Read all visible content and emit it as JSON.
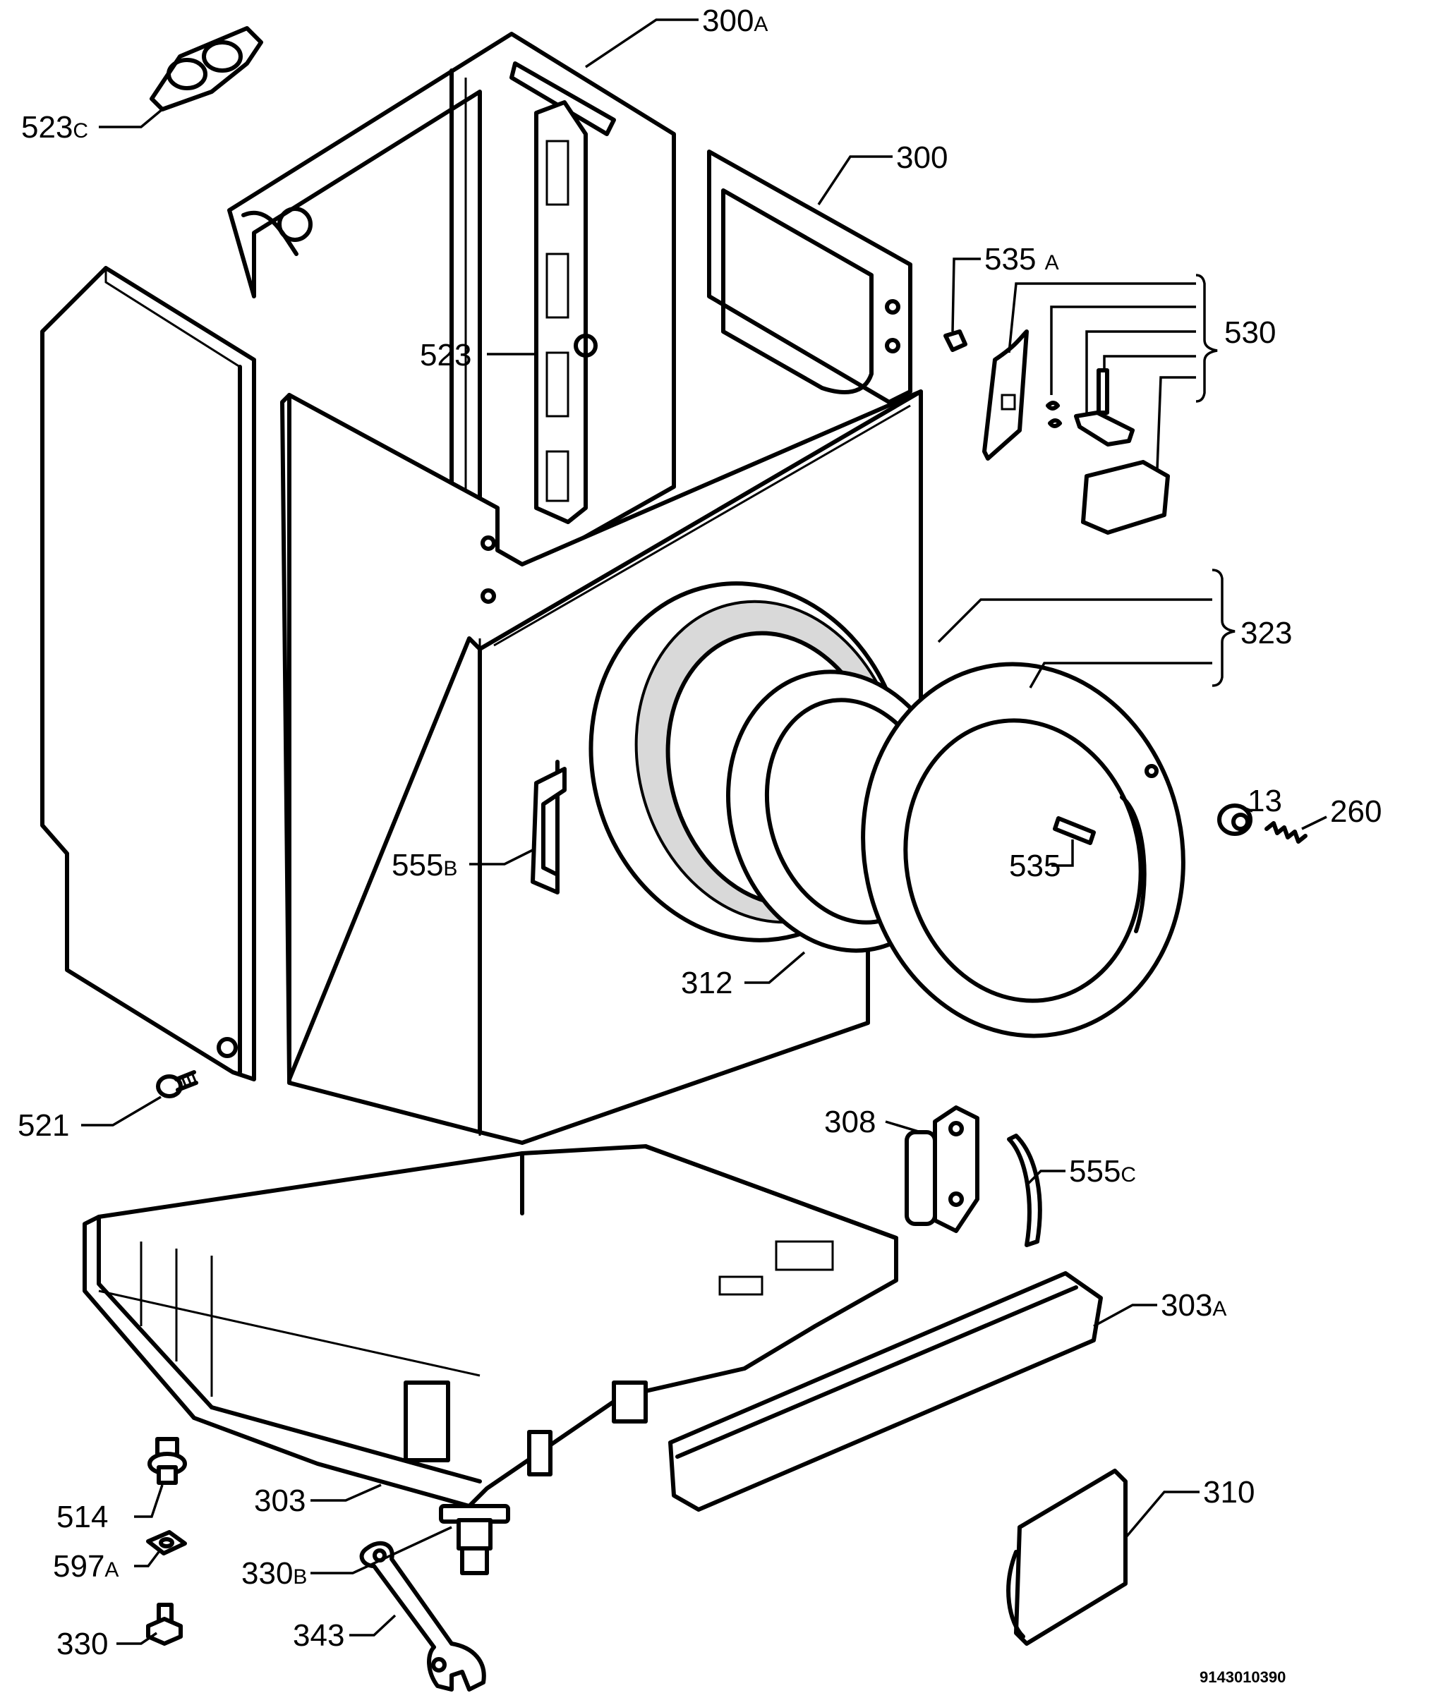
{
  "labels": {
    "l300a": "300",
    "l300a_suffix": "A",
    "l523c": "523",
    "l523c_suffix": "C",
    "l300": "300",
    "l535a": "535",
    "l535a_suffix": "A",
    "l530": "530",
    "l523": "523",
    "l323": "323",
    "l13": "13",
    "l260": "260",
    "l555b": "555",
    "l555b_suffix": "B",
    "l535": "535",
    "l312": "312",
    "l521": "521",
    "l308": "308",
    "l555c": "555",
    "l555c_suffix": "C",
    "l303a": "303",
    "l303a_suffix": "A",
    "l310": "310",
    "l514": "514",
    "l597a": "597",
    "l597a_suffix": "A",
    "l303": "303",
    "l330b": "330",
    "l330b_suffix": "B",
    "l343": "343",
    "l330": "330"
  },
  "drawing_code": "9143010390"
}
